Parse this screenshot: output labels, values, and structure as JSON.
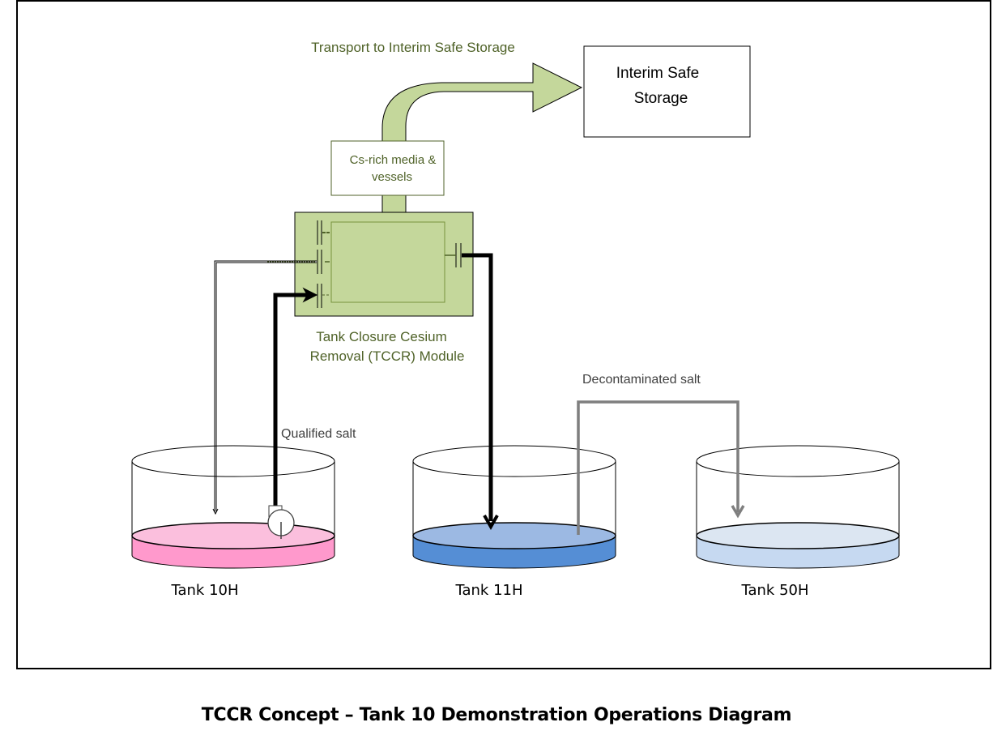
{
  "caption": "TCCR Concept – Tank 10 Demonstration Operations Diagram",
  "colors": {
    "module_fill": "#c4d79b",
    "module_border": "#4f6228",
    "green_text": "#4f6228",
    "tank10_liquid_top": "#fbbfdd",
    "tank10_liquid_side": "#ff99cc",
    "tank11_liquid_top": "#9cb9e3",
    "tank11_liquid_side": "#558ed5",
    "tank50_liquid_top": "#dce6f2",
    "tank50_liquid_side": "#c6d9f1",
    "decon_pipe": "#7f7f7f"
  },
  "labels": {
    "transport": "Transport to Interim Safe Storage",
    "interim_storage_line1": "Interim Safe",
    "interim_storage_line2": "Storage",
    "cs_media_line1": "Cs-rich media  &",
    "cs_media_line2": "vessels",
    "module_line1": "Tank Closure Cesium",
    "module_line2": "Removal (TCCR) Module",
    "qualified_salt": "Qualified salt",
    "decontaminated_salt": "Decontaminated salt"
  },
  "tanks": [
    {
      "name": "Tank 10H"
    },
    {
      "name": "Tank 11H"
    },
    {
      "name": "Tank 50H"
    }
  ]
}
